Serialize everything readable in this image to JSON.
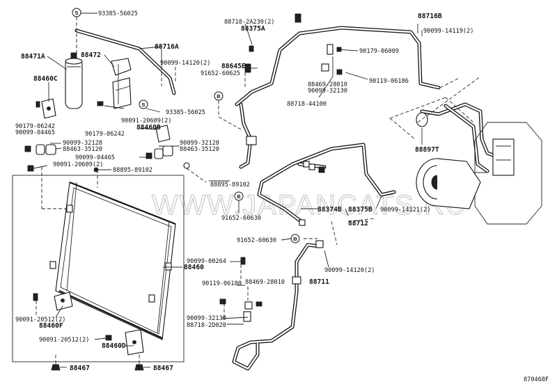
{
  "diagram_id": "870468F",
  "watermark": "WWW.JAPANCATS.RU",
  "part_numbers": {
    "p_93385_56025_top": "93385-56025",
    "p_88471A": "88471A",
    "p_88472": "88472",
    "p_88716A": "88716A",
    "p_90099_14120_a": "90099-14120(2)",
    "p_88460C": "88460C",
    "p_90179_06242_a": "90179-06242",
    "p_90099_04465_a": "90099-04465",
    "p_90091_20609_a": "90091-20609(2)",
    "p_90179_06242_b": "90179-06242",
    "p_88460B": "88460B",
    "p_93385_56025_b": "93385-56025",
    "p_90099_32128_a": "90099-32128",
    "p_88463_35120_a": "88463-35120",
    "p_90099_32128_b": "90099-32128",
    "p_88463_35120_b": "88463-35120",
    "p_90099_04465_b": "90099-04465",
    "p_90091_20609_b": "90091-20609(2)",
    "p_88895_89102_a": "88895-89102",
    "p_88718_2A230": "88718-2A230(2)",
    "p_88375A": "88375A",
    "p_88645E": "88645E",
    "p_91652_60625": "91652-60625",
    "p_88716B": "88716B",
    "p_90099_14119": "90099-14119(2)",
    "p_90179_06009": "90179-06009",
    "p_88469_28010_a": "88469-28010",
    "p_90099_32130_a": "90099-32130",
    "p_88718_44100": "88718-44100",
    "p_90119_06186_a": "90119-06186",
    "p_88897T": "88897T",
    "p_88895_89102_b": "88895-89102",
    "p_91652_60630_a": "91652-60630",
    "p_88374B": "88374B",
    "p_88375B": "88375B",
    "p_90099_14121": "90099-14121(2)",
    "p_88712": "88712",
    "p_91652_60630_b": "91652-60630",
    "p_90099_00264": "90099-00264",
    "p_88460": "88460",
    "p_90099_14120_b": "90099-14120(2)",
    "p_90119_06186_b": "90119-06186",
    "p_88469_28010_b": "88469-28010",
    "p_88711": "88711",
    "p_90099_32130_b": "90099-32130",
    "p_88718_2D020": "88718-2D020",
    "p_90091_20512_a": "90091-20512(2)",
    "p_88460F": "88460F",
    "p_90091_20512_b": "90091-20512(2)",
    "p_88460D": "88460D",
    "p_88467_a": "88467",
    "p_88467_b": "88467"
  },
  "markers": {
    "s": "S",
    "b": "B"
  }
}
